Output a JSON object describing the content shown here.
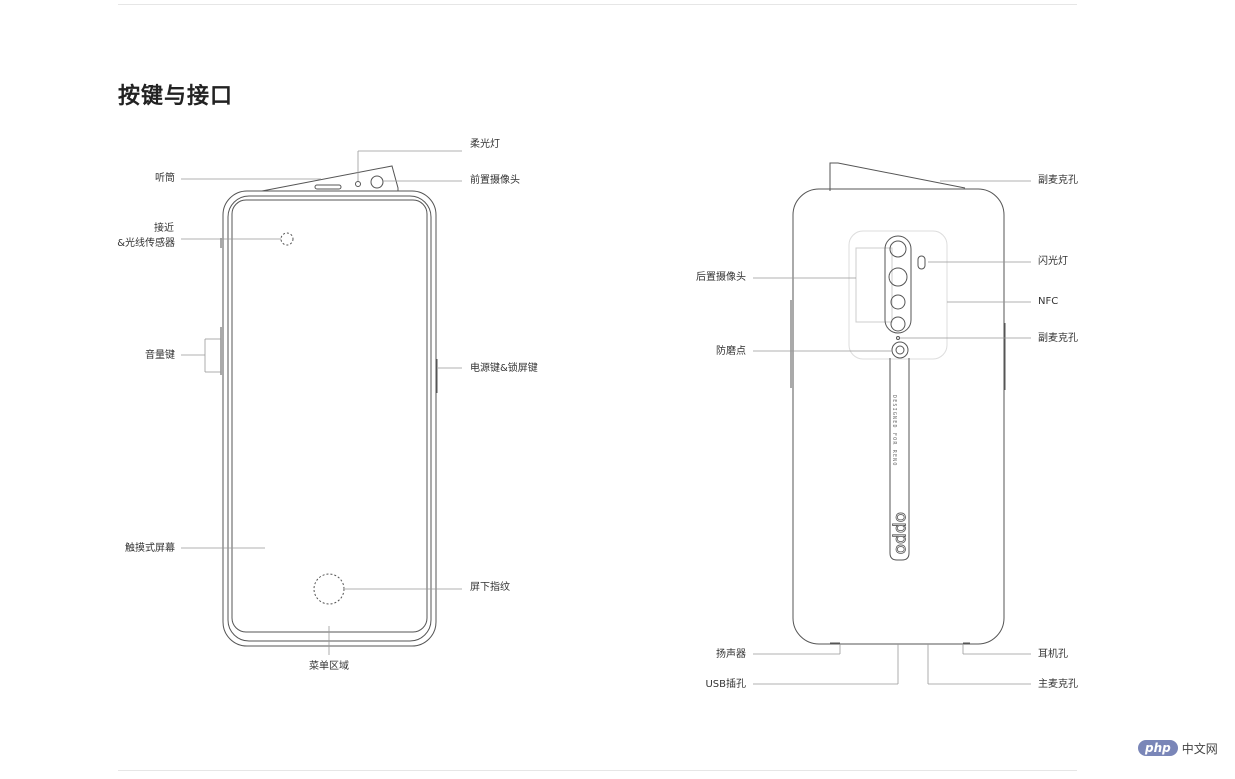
{
  "page": {
    "title": "按键与接口"
  },
  "front_labels": {
    "soft_light": "柔光灯",
    "earpiece": "听筒",
    "front_camera": "前置摄像头",
    "proximity_line1": "接近",
    "proximity_line2": "&光线传感器",
    "volume": "音量键",
    "power": "电源键&锁屏键",
    "touchscreen": "触摸式屏幕",
    "fingerprint": "屏下指纹",
    "menu_area": "菜单区域"
  },
  "back_labels": {
    "mic_top": "副麦克孔",
    "flash": "闪光灯",
    "rear_camera": "后置摄像头",
    "nfc": "NFC",
    "mic_secondary": "副麦克孔",
    "wear_point": "防磨点",
    "speaker": "扬声器",
    "headphone": "耳机孔",
    "usb": "USB插孔",
    "main_mic": "主麦克孔"
  },
  "phone_back_print": {
    "brand": "oppo",
    "tagline": "DESIGNED FOR RENO"
  },
  "watermark": {
    "badge": "php",
    "text": "中文网"
  },
  "colors": {
    "line": "#555555",
    "leader": "#999999",
    "watermark": "#7a86b8"
  }
}
